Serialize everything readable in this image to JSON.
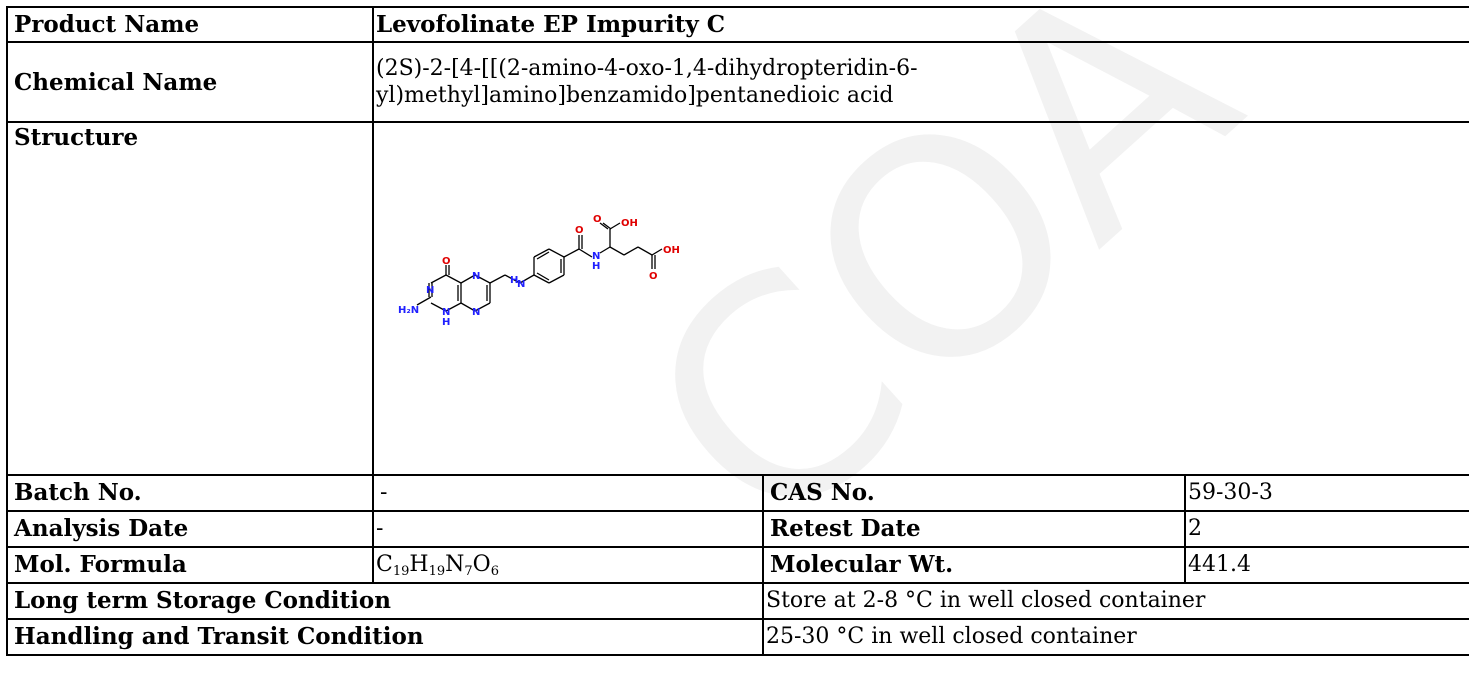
{
  "watermark": {
    "text": "COA"
  },
  "rows": {
    "product_name": {
      "label": "Product Name",
      "value": "Levofolinate EP Impurity C"
    },
    "chemical_name": {
      "label": "Chemical Name",
      "value_line1": "(2S)-2-[4-[[(2-amino-4-oxo-1,4-dihydropteridin-6-",
      "value_line2": "yl)methyl]amino]benzamido]pentanedioic acid"
    },
    "structure": {
      "label": "Structure"
    },
    "batch": {
      "label": "Batch No.",
      "value": "-",
      "label2": "CAS No.",
      "value2": "59-30-3"
    },
    "analysis": {
      "label": "Analysis Date",
      "value": "-",
      "label2": "Retest Date",
      "value2": "2"
    },
    "formula": {
      "label": "Mol. Formula",
      "c": "C",
      "c_n": "19",
      "h": "H",
      "h_n": "19",
      "n": "N",
      "n_n": "7",
      "o": "O",
      "o_n": "6",
      "label2": "Molecular Wt.",
      "value2": "441.4"
    },
    "storage": {
      "label": "Long term Storage Condition",
      "value": "Store at 2-8 °C in well closed container"
    },
    "handling": {
      "label": "Handling and Transit Condition",
      "value": "25-30 °C in well closed container"
    }
  },
  "structure_atoms": {
    "o_top": "O",
    "n_ring1": "N",
    "n_ring2": "N",
    "n_ring3": "N",
    "h_ring": "H",
    "n_ring4": "N",
    "h2n": "H₂N",
    "nh": "N",
    "nh_h": "H",
    "o_amide": "O",
    "n_amide": "N",
    "n_amide_h": "H",
    "o_acid1": "O",
    "oh_acid1": "OH",
    "oh_acid2": "OH",
    "o_acid2": "O"
  },
  "colors": {
    "oxygen": "#e00000",
    "nitrogen": "#2020ff",
    "bond": "#000000",
    "watermark": "#f0f0f0"
  }
}
